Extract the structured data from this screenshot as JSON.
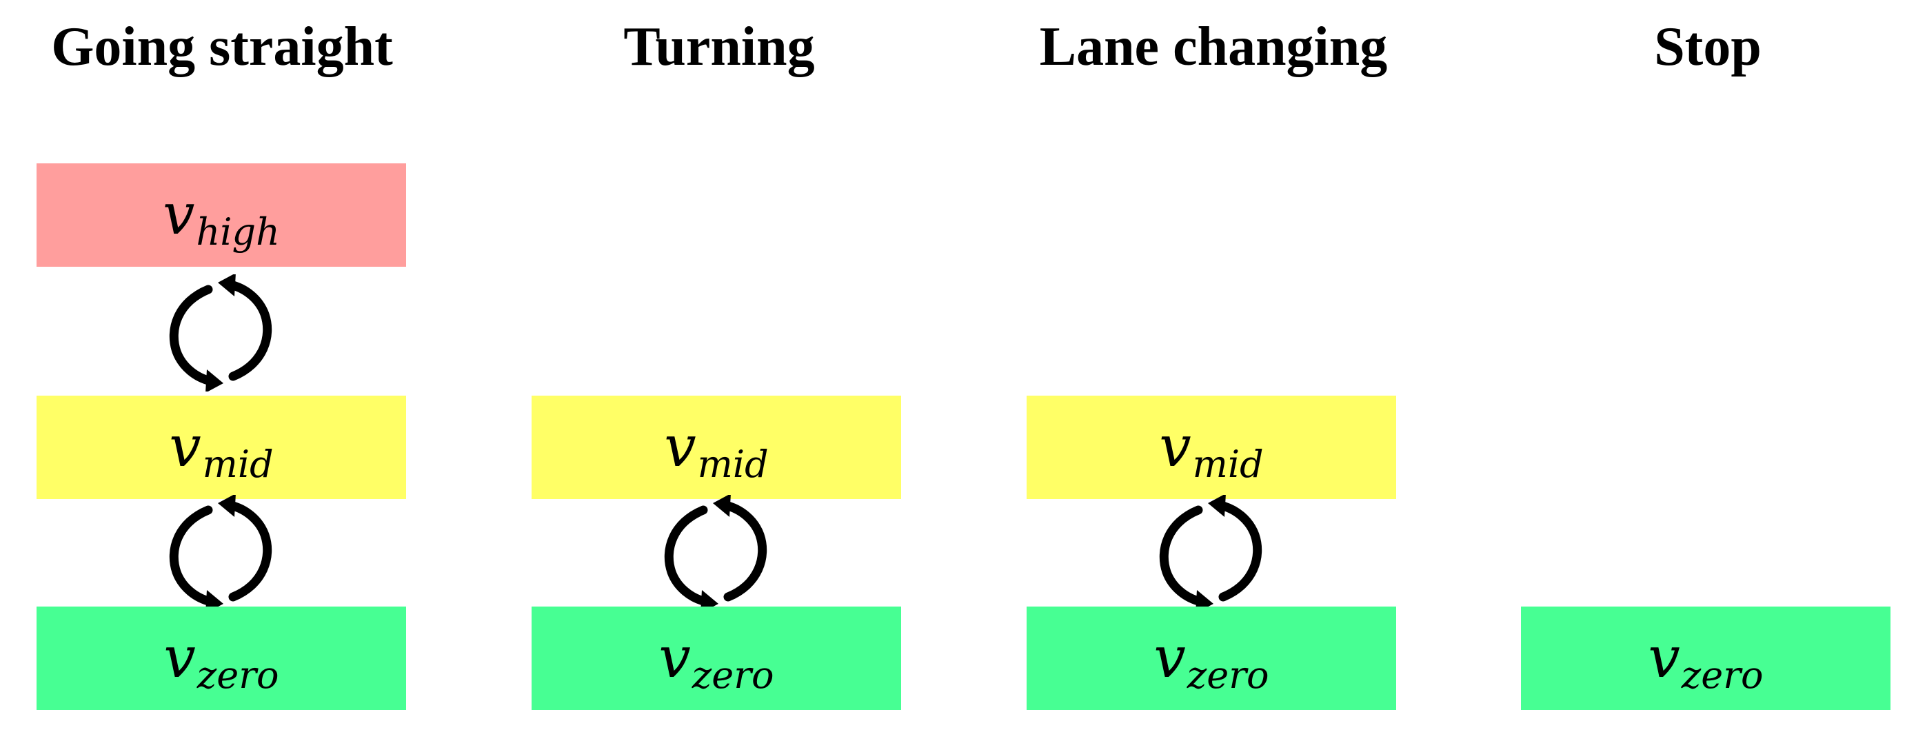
{
  "columns": [
    {
      "title": "Going straight"
    },
    {
      "title": "Turning"
    },
    {
      "title": "Lane changing"
    },
    {
      "title": "Stop"
    }
  ],
  "states": {
    "high": {
      "symbol": "v",
      "subscript": "high",
      "color": "#ff9e9d"
    },
    "mid": {
      "symbol": "v",
      "subscript": "mid",
      "color": "#ffff66"
    },
    "zero": {
      "symbol": "v",
      "subscript": "zero",
      "color": "#47ff93"
    }
  },
  "icons": {
    "transition": "cycle-arrows-icon"
  }
}
